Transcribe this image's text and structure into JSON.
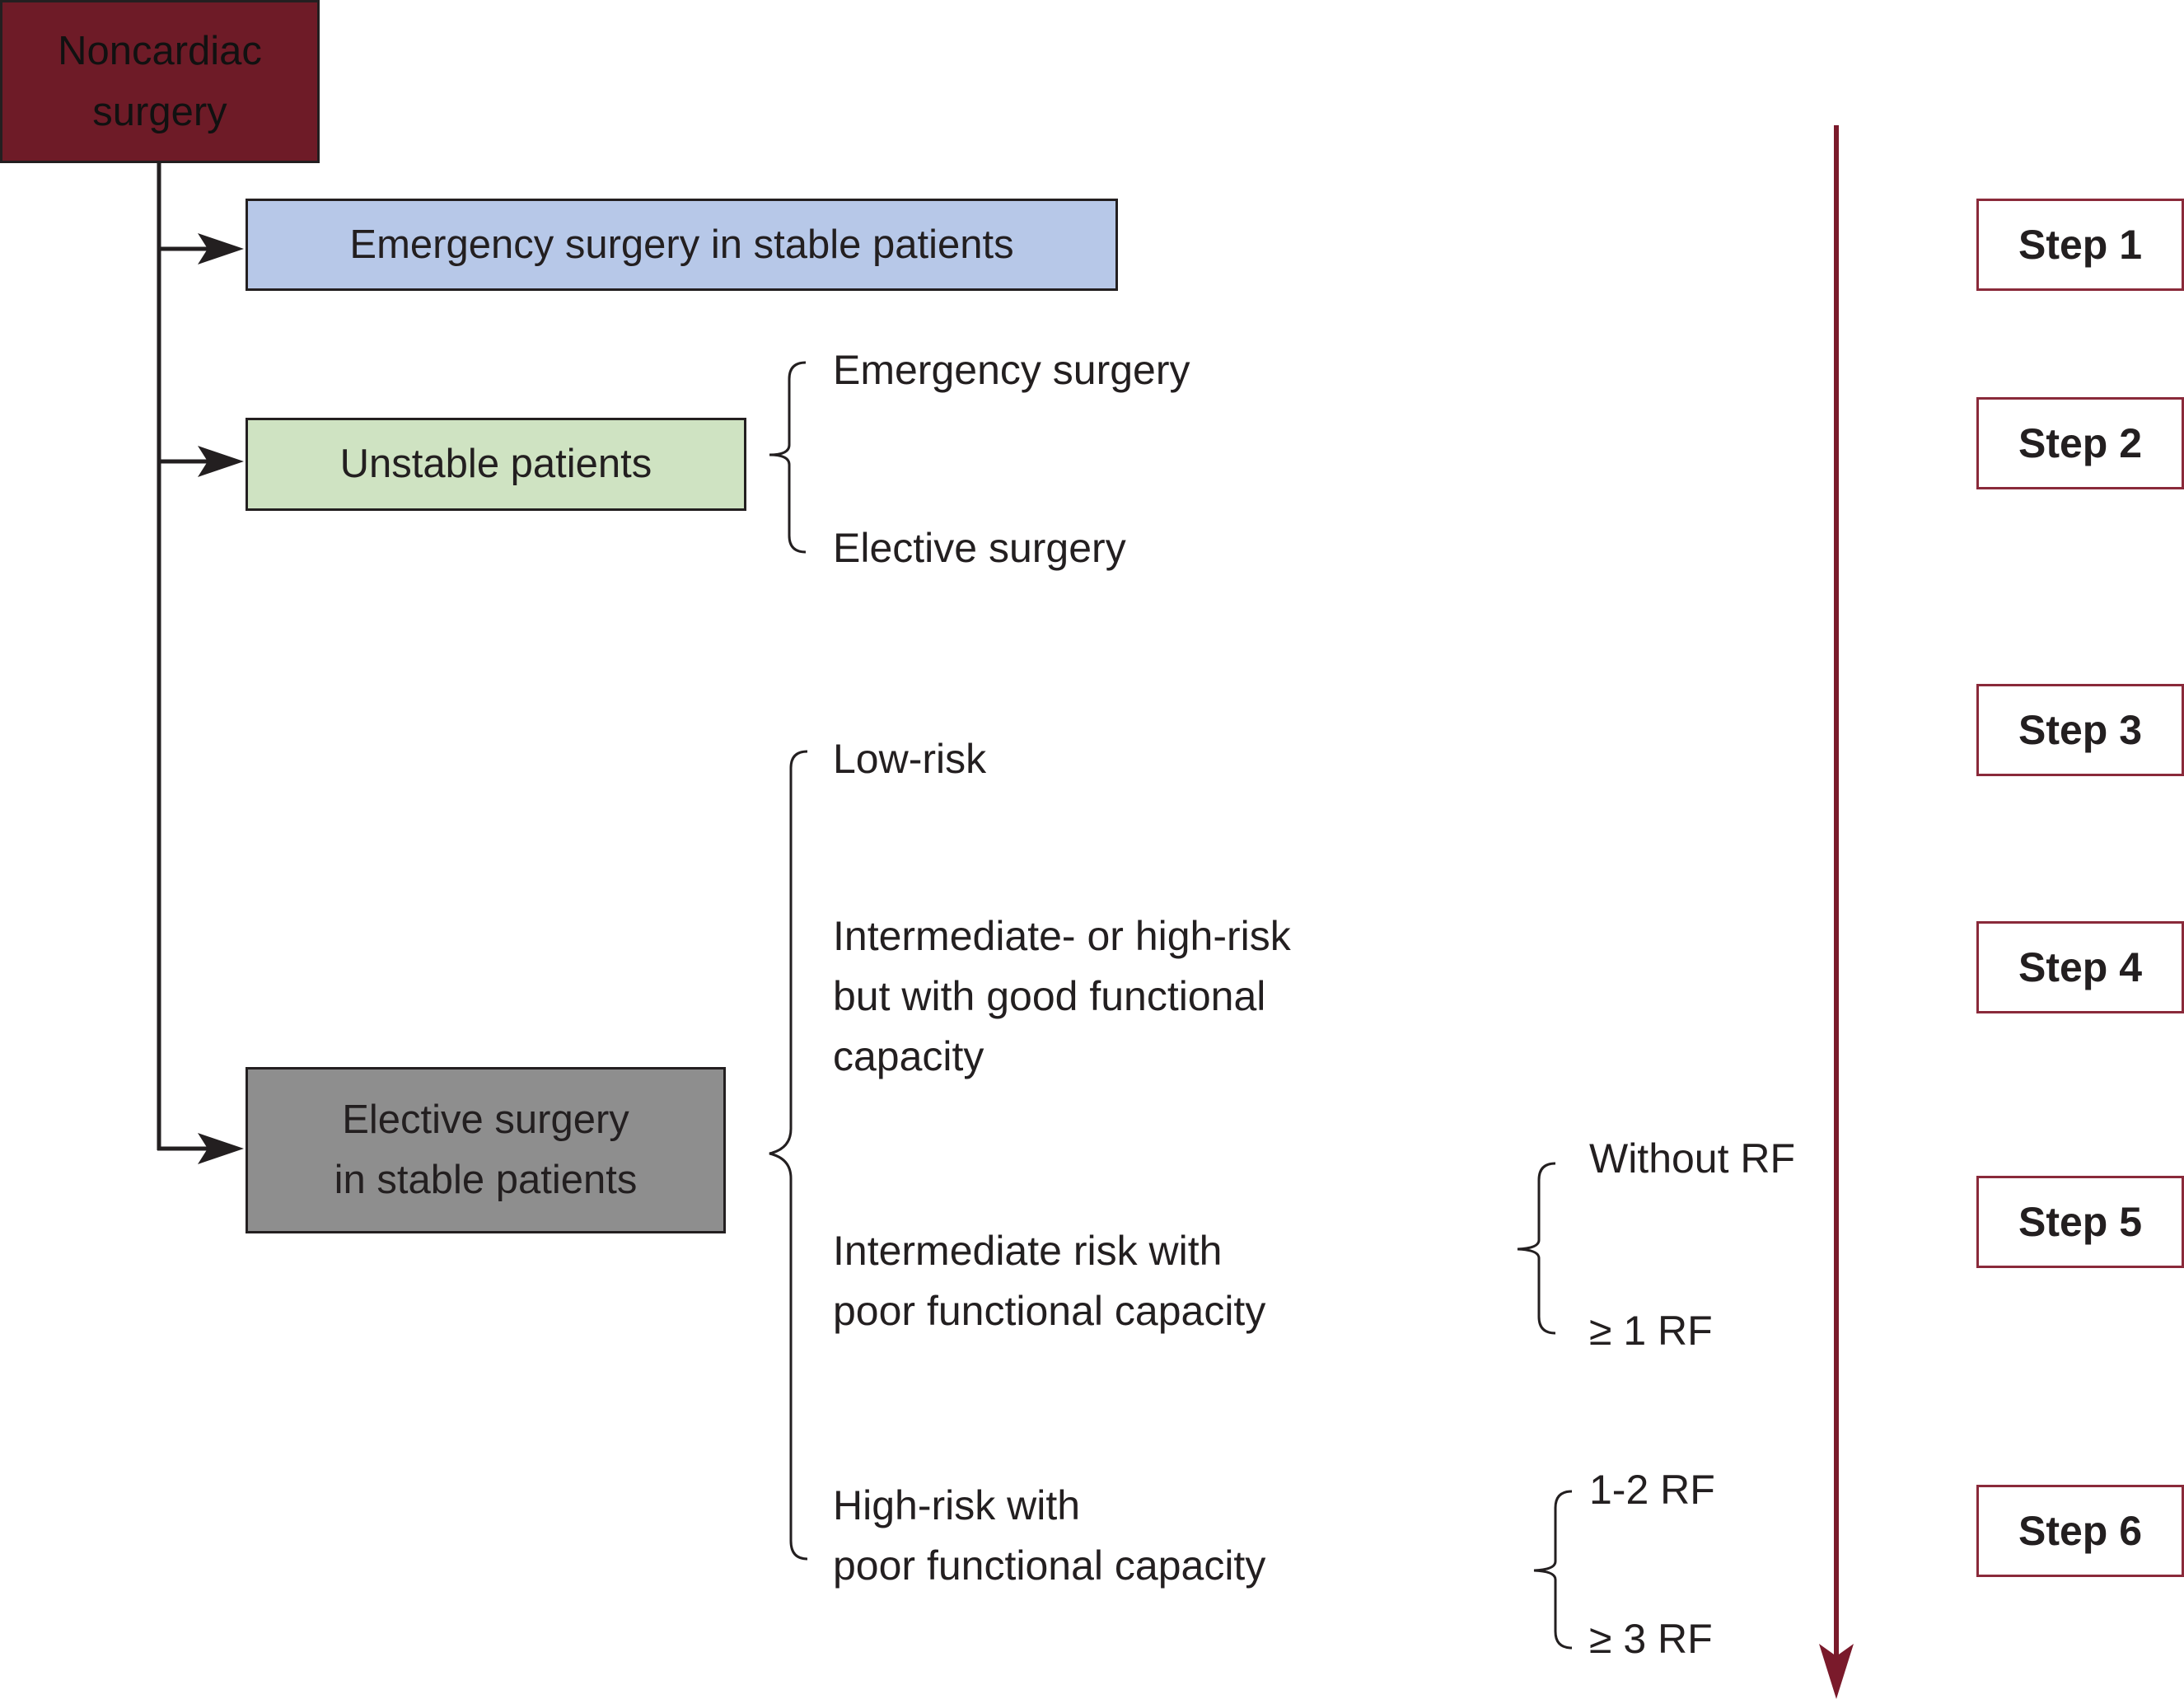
{
  "colors": {
    "root_fill": "#6e1b27",
    "emergency_fill": "#b7c8e8",
    "unstable_fill": "#cfe3c2",
    "elective_fill": "#8e8e8e",
    "timeline_arrow": "#7a1a2b",
    "step_border": "#8a2a3a",
    "line": "#231f20"
  },
  "root": {
    "line1": "Noncardiac",
    "line2": "surgery"
  },
  "branches": {
    "emergency": "Emergency surgery in stable patients",
    "unstable": "Unstable patients",
    "elective": {
      "line1": "Elective surgery",
      "line2": "in stable patients"
    }
  },
  "unstable_options": [
    "Emergency surgery",
    "Elective surgery"
  ],
  "elective_options": {
    "low_risk": "Low-risk",
    "intermediate_good": [
      "Intermediate- or high-risk",
      "but with good functional",
      "capacity"
    ],
    "intermediate_poor": [
      "Intermediate risk with",
      "poor functional capacity"
    ],
    "high_poor": [
      "High-risk with",
      "poor functional capacity"
    ]
  },
  "rf_intermediate": [
    "Without RF",
    "≥ 1 RF"
  ],
  "rf_high": [
    "1-2 RF",
    "≥ 3 RF"
  ],
  "steps": [
    "Step 1",
    "Step 2",
    "Step 3",
    "Step 4",
    "Step 5",
    "Step 6"
  ]
}
